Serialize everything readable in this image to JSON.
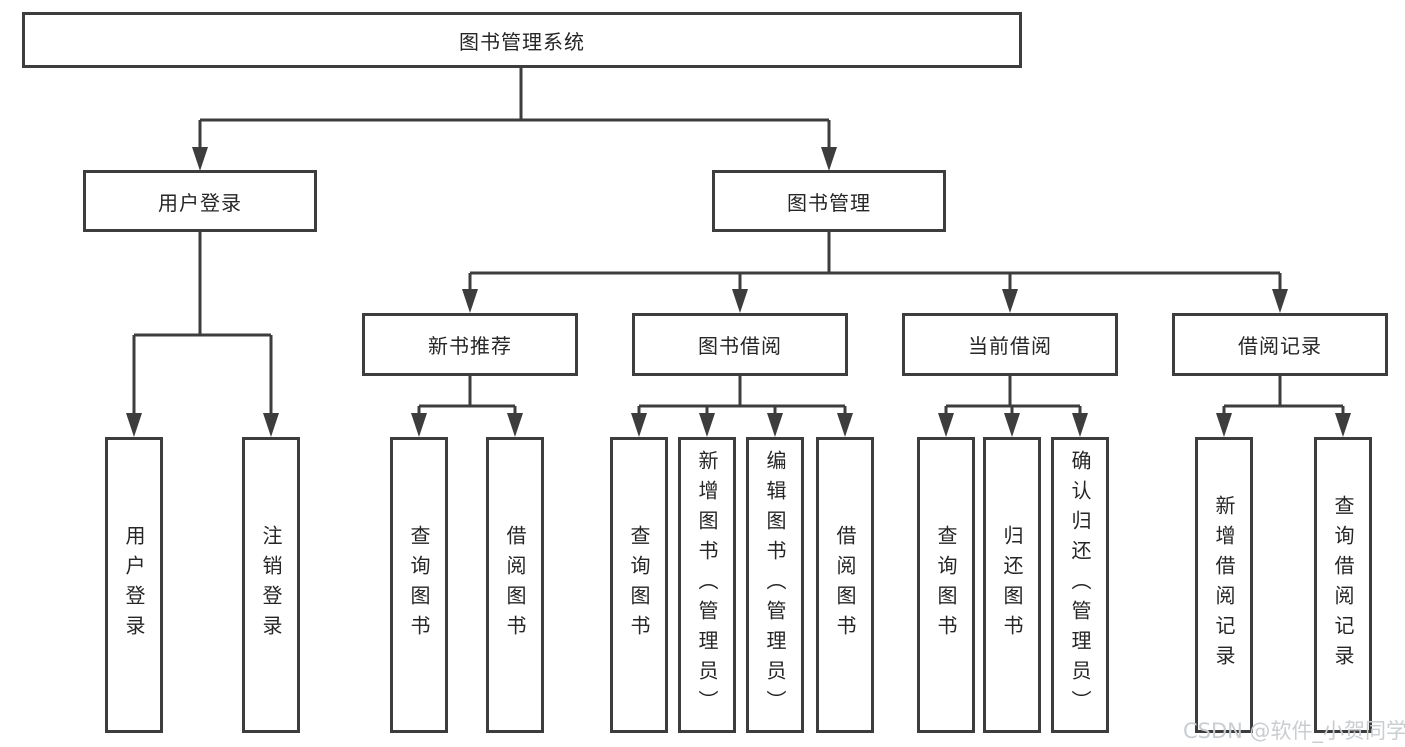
{
  "colors": {
    "line": "#3d3d3d",
    "box_border": "#3d3d3d",
    "text": "#262626",
    "background": "#ffffff",
    "watermark": "#c9ced2"
  },
  "watermark": "CSDN @软件_小贺同学",
  "tree": {
    "root": {
      "label": "图书管理系统"
    },
    "branches": [
      {
        "label": "用户登录",
        "children": [
          {
            "label": "用户登录"
          },
          {
            "label": "注销登录"
          }
        ]
      },
      {
        "label": "图书管理",
        "children": [
          {
            "label": "新书推荐",
            "children": [
              {
                "label": "查询图书"
              },
              {
                "label": "借阅图书"
              }
            ]
          },
          {
            "label": "图书借阅",
            "children": [
              {
                "label": "查询图书"
              },
              {
                "label": "新增图书（管理员）"
              },
              {
                "label": "编辑图书（管理员）"
              },
              {
                "label": "借阅图书"
              }
            ]
          },
          {
            "label": "当前借阅",
            "children": [
              {
                "label": "查询图书"
              },
              {
                "label": "归还图书"
              },
              {
                "label": "确认归还（管理员）"
              }
            ]
          },
          {
            "label": "借阅记录",
            "children": [
              {
                "label": "新增借阅记录"
              },
              {
                "label": "查询借阅记录"
              }
            ]
          }
        ]
      }
    ]
  }
}
